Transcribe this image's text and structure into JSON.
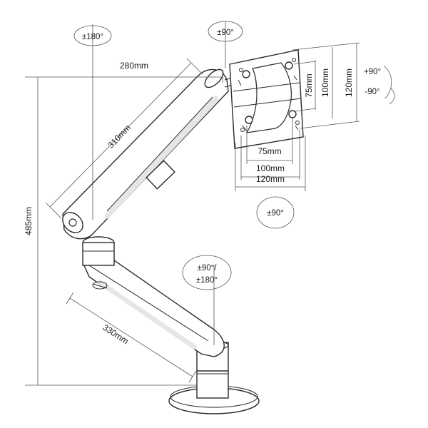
{
  "dimensions": {
    "upper_arm_span": "280mm",
    "upper_arm_length": "310mm",
    "total_height": "485mm",
    "lower_arm_length": "330mm",
    "vesa_outer_v": "120mm",
    "vesa_mid_v": "100mm",
    "vesa_inner_v": "75mm",
    "vesa_inner_h": "75mm",
    "vesa_mid_h": "100mm",
    "vesa_outer_h": "120mm"
  },
  "rotations": {
    "arm_rotation": "±180°",
    "head_pan": "±90°",
    "tilt_up": "+90°",
    "tilt_down": "-90°",
    "screen_rotation": "±90°",
    "base_rotation_line1": "±90°/",
    "base_rotation_line2": "±180°"
  }
}
